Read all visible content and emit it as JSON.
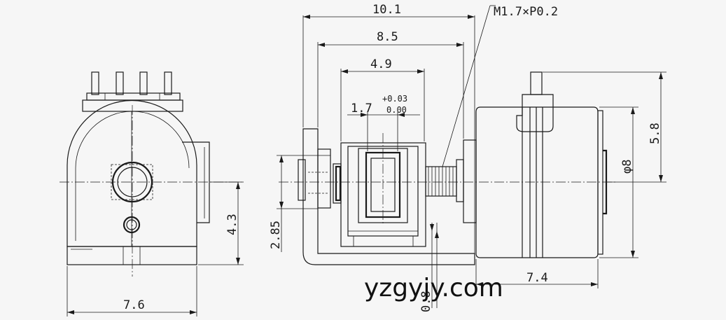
{
  "dimensions": {
    "width_10_1": "10.1",
    "width_8_5": "8.5",
    "width_4_9": "4.9",
    "width_1_7": "1.7",
    "tol_plus": "+0.03",
    "tol_minus": "0.00",
    "thread": "M1.7×P0.2",
    "height_5_8": "5.8",
    "diameter_8": "φ8",
    "height_4_3": "4.3",
    "height_2_85": "2.85",
    "width_7_6": "7.6",
    "width_7_4": "7.4",
    "thickness_0_8": "0.8"
  },
  "watermark": "yzgyjy.com"
}
